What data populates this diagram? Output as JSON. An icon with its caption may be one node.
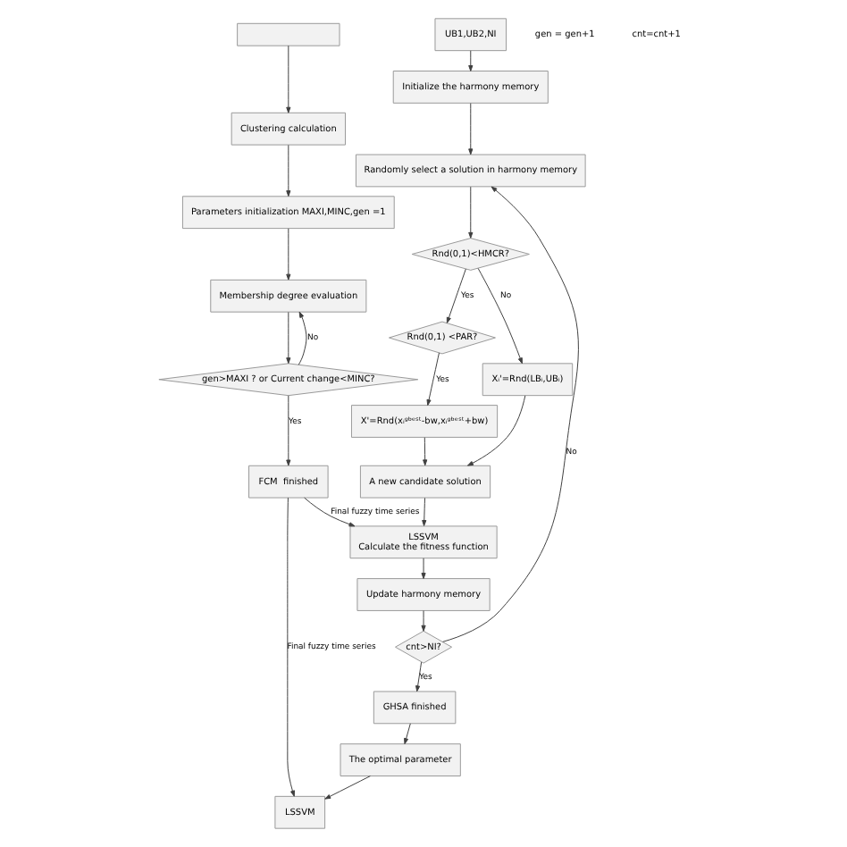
{
  "diagram": {
    "nodes": [
      {
        "text": [],
        "shape": "box"
      },
      {
        "text": [
          "UB1,UB2,NI"
        ]
      },
      {
        "text": [
          "Clustering calculation"
        ]
      },
      {
        "text": [
          "Parameters initialization MAXI,MINC,gen =1"
        ]
      },
      {
        "text": [
          "Membership degree evaluation"
        ]
      },
      {
        "text": [
          "gen>MAXI ? or Current change<MINC?"
        ]
      },
      {
        "text": [
          "FCM  finished"
        ]
      },
      {
        "text": [
          "Initialize the harmony memory"
        ]
      },
      {
        "text": [
          "Randomly select a solution in harmony memory"
        ]
      },
      {
        "text": [
          "Rnd(0,1)<HMCR?"
        ]
      },
      {
        "text": [
          "Rnd(0,1) <PAR?"
        ]
      },
      {
        "text": [
          "X'=Rnd(xᵢᵍᵇᵉˢᵗ-bw,xᵢᵍᵇᵉˢᵗ+bw)"
        ]
      },
      {
        "text": [
          "Xᵢ'=Rnd(LBᵢ,UBᵢ)"
        ]
      },
      {
        "text": [
          "A new candidate solution"
        ]
      },
      {
        "text": [
          "LSSVM",
          "Calculate the fitness function"
        ]
      },
      {
        "text": [
          "Update harmony memory"
        ]
      },
      {
        "text": [
          "cnt>NI?"
        ]
      },
      {
        "text": [
          "GHSA finished"
        ]
      },
      {
        "text": [
          "The optimal parameter"
        ]
      },
      {
        "text": [
          "LSSVM"
        ]
      }
    ],
    "edges": [
      {
        "from": 0,
        "to": 2,
        "arrow": "to"
      },
      {
        "from": 2,
        "to": 3,
        "arrow": "to"
      },
      {
        "from": 3,
        "to": 4,
        "arrow": "to"
      },
      {
        "from": 4,
        "to": 5,
        "arrow": "to"
      },
      {
        "from": 5,
        "to": 4,
        "arrow": "to",
        "label": "No"
      },
      {
        "from": 5,
        "to": 6,
        "arrow": "to",
        "label": "Yes"
      },
      {
        "from": 6,
        "to": 14,
        "arrow": "to",
        "label": "Final fuzzy time series"
      },
      {
        "from": 1,
        "to": 7,
        "arrow": "to"
      },
      {
        "from": 7,
        "to": 8,
        "arrow": "to"
      },
      {
        "from": 8,
        "to": 9,
        "arrow": "to"
      },
      {
        "from": 9,
        "to": 10,
        "arrow": "to",
        "label": "Yes"
      },
      {
        "from": 9,
        "to": 12,
        "arrow": "to",
        "label": "No"
      },
      {
        "from": 10,
        "to": 11,
        "arrow": "to",
        "label": "Yes"
      },
      {
        "from": 11,
        "to": 13,
        "arrow": "to"
      },
      {
        "from": 12,
        "to": 13,
        "arrow": "to"
      },
      {
        "from": 13,
        "to": 14,
        "arrow": "to"
      },
      {
        "from": 14,
        "to": 15,
        "arrow": "to"
      },
      {
        "from": 15,
        "to": 16,
        "arrow": "to"
      },
      {
        "from": 16,
        "to": 17,
        "arrow": "to",
        "label": "Yes"
      },
      {
        "from": 16,
        "to": 8,
        "arrow": "to",
        "label": "No"
      },
      {
        "from": 17,
        "to": 18,
        "arrow": "to"
      },
      {
        "from": 18,
        "to": 19,
        "arrow": "to"
      },
      {
        "from": 6,
        "to": 19,
        "arrow": "to",
        "label": "Final fuzzy time series"
      }
    ],
    "labels": [
      "gen = gen+1",
      "cnt=cnt+1"
    ]
  }
}
